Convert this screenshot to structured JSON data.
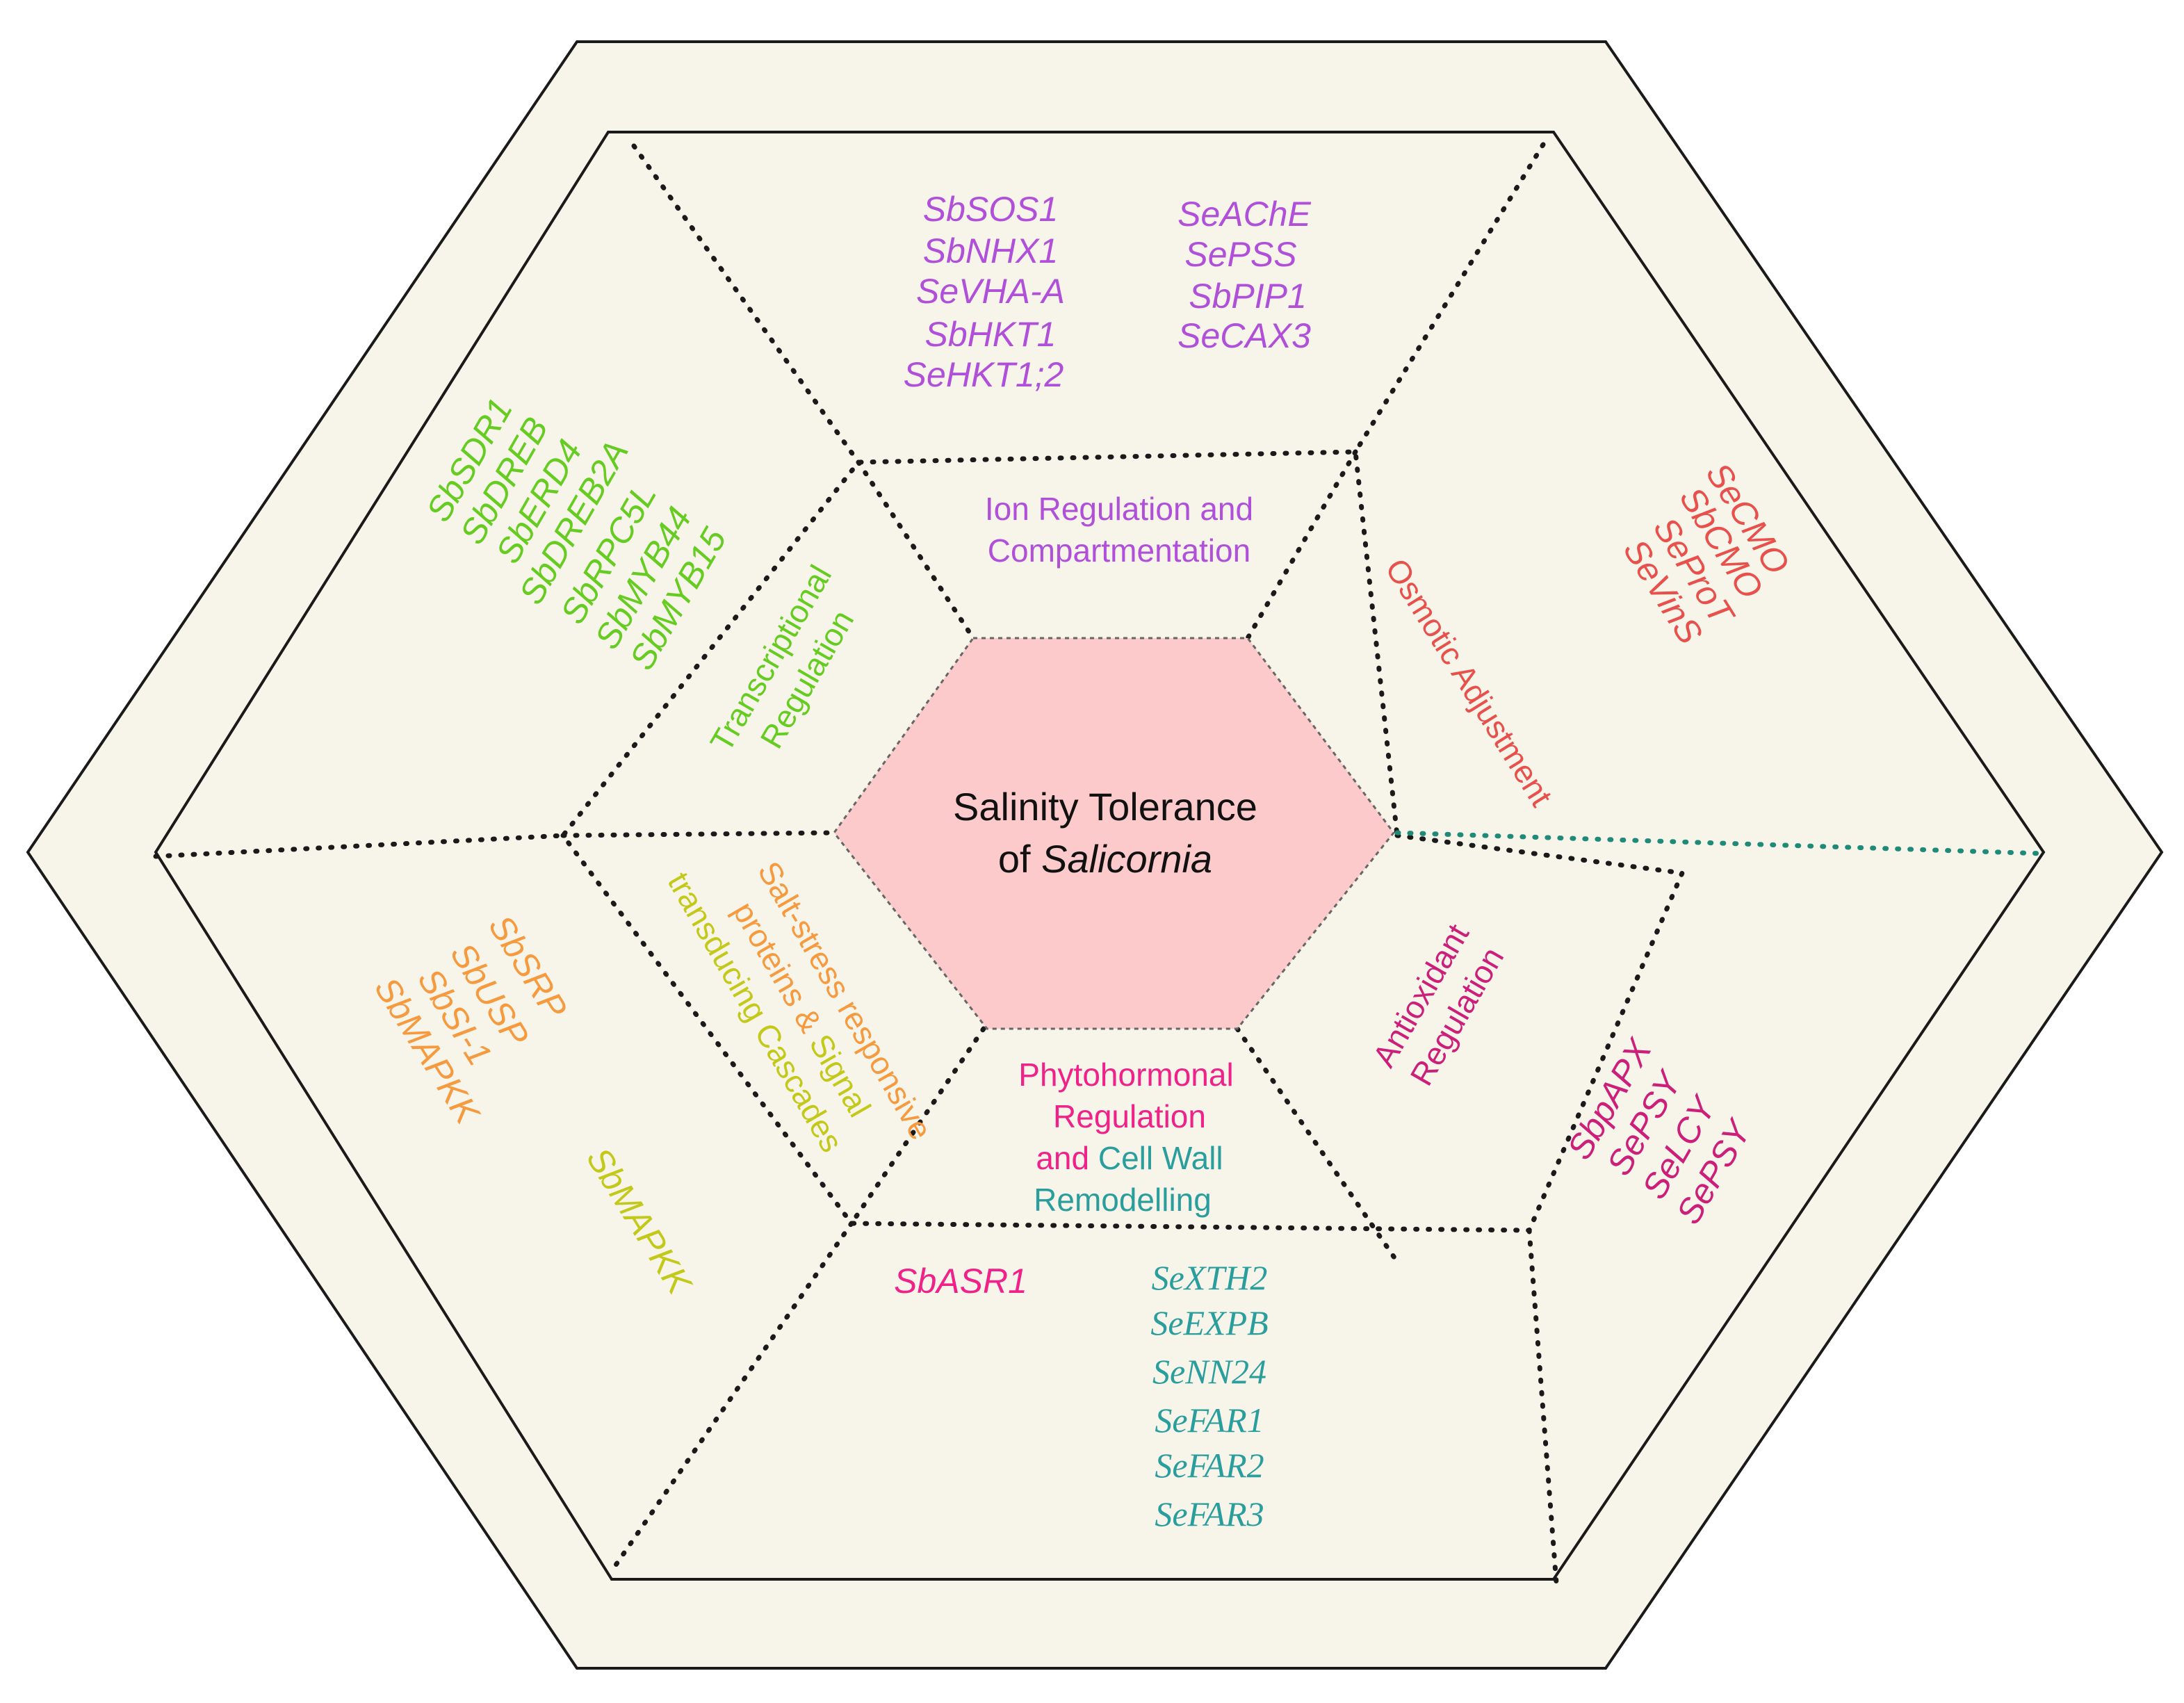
{
  "center": {
    "line1": "Salinity Tolerance",
    "line2_prefix": "of ",
    "line2_italic": "Salicornia"
  },
  "categories": {
    "ion": {
      "line1": "Ion Regulation and",
      "line2": "Compartmentation"
    },
    "transcriptional": {
      "line1": "Transcriptional",
      "line2": "Regulation"
    },
    "osmotic": {
      "line1": "Osmotic Adjustment"
    },
    "antioxidant": {
      "line1": "Antioxidant",
      "line2": "Regulation"
    },
    "phytohormonal": {
      "line1": "Phytohormonal",
      "line2": "Regulation",
      "line3_part1": "and",
      "line3_part2": "Cell Wall",
      "line4": "Remodelling"
    },
    "salt_stress": {
      "line1": "Salt-stress responsive",
      "line2_part1": "proteins &",
      "line2_part2": "Signal",
      "line3": "transducing Cascades"
    }
  },
  "genes": {
    "ion_left": [
      "SbSOS1",
      "SbNHX1",
      "SeVHA-A",
      "SbHKT1",
      "SeHKT1;2"
    ],
    "ion_right": [
      "SeAChE",
      "SePSS",
      "SbPIP1",
      "SeCAX3"
    ],
    "transcriptional": [
      "SbSDR1",
      "SbDREB",
      "SbERD4",
      "SbDREB2A",
      "SbRPC5L",
      "SbMYB44",
      "SbMYB15"
    ],
    "osmotic": [
      "SeCMO",
      "SbCMO",
      "SeProT",
      "SeVinS"
    ],
    "antioxidant": [
      "SbpAPX",
      "SePSY",
      "SeLCY",
      "SePSY"
    ],
    "salt_stress_proteins": [
      "SbSRP",
      "SbUSP",
      "SbSI-1",
      "SbMAPKK"
    ],
    "signal_cascade": [
      "SbMAPKK"
    ],
    "phytohormonal": [
      "SbASR1"
    ],
    "cell_wall": [
      "SeXTH2",
      "SeEXPB",
      "SeNN24",
      "SeFAR1",
      "SeFAR2",
      "SeFAR3"
    ]
  },
  "colors": {
    "background": "#f7f4ea",
    "outline": "#1a1a1a",
    "center_fill": "#fccaca",
    "ion": "#b04fd8",
    "transcriptional": "#66cc22",
    "osmotic": "#e8504c",
    "antioxidant": "#cc1f7a",
    "phytohormonal": "#ee2288",
    "cell_wall": "#2a9d9d",
    "salt_stress": "#f59a3e",
    "signal": "#c3c91a",
    "teal_divider": "#1f8a78"
  }
}
